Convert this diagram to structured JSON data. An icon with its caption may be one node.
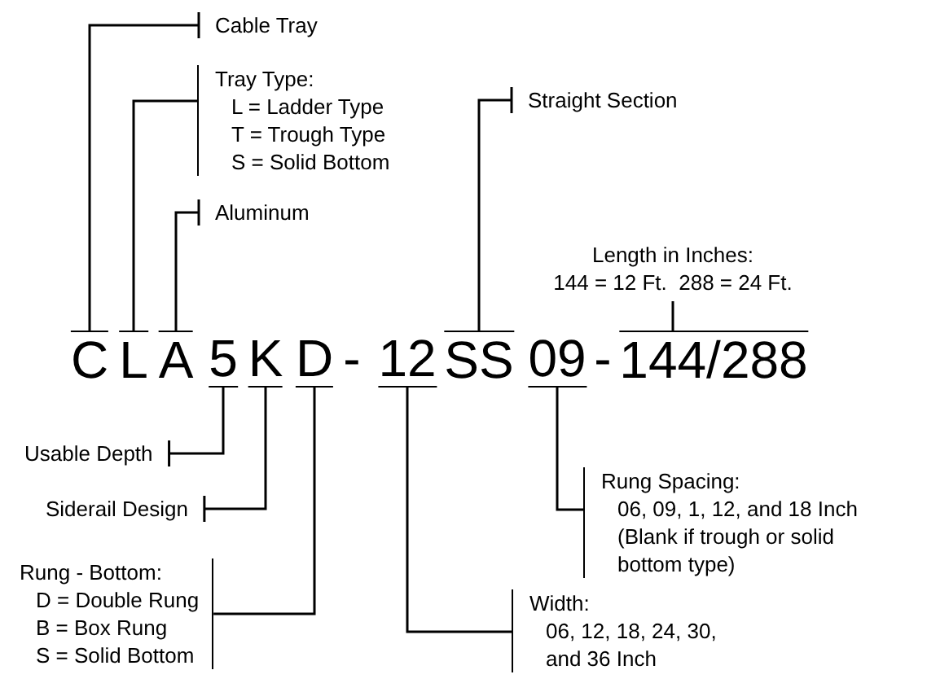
{
  "diagram": {
    "nodes": [
      {
        "text": [
          "Cable Tray"
        ]
      },
      {
        "text": [
          "Tray Type:",
          "L = Ladder Type",
          "T = Trough Type",
          "S = Solid Bottom"
        ]
      },
      {
        "text": [
          "Aluminum"
        ]
      },
      {
        "text": [
          "Straight Section"
        ]
      },
      {
        "text": [
          "Length in Inches:",
          "144 = 12 Ft.  288 = 24 Ft."
        ]
      },
      {
        "text": [
          "C"
        ]
      },
      {
        "text": [
          "L"
        ]
      },
      {
        "text": [
          "A"
        ]
      },
      {
        "text": [
          "5"
        ]
      },
      {
        "text": [
          "K"
        ]
      },
      {
        "text": [
          "D"
        ]
      },
      {
        "text": [
          "12"
        ]
      },
      {
        "text": [
          "SS"
        ]
      },
      {
        "text": [
          "09"
        ]
      },
      {
        "text": [
          "144/288"
        ]
      },
      {
        "text": [
          "Usable Depth"
        ]
      },
      {
        "text": [
          "Siderail Design"
        ]
      },
      {
        "text": [
          "Rung - Bottom:",
          "D = Double Rung",
          "B =  Box Rung",
          "S = Solid Bottom"
        ]
      },
      {
        "text": [
          "Rung Spacing:",
          "06, 09, 1, 12, and 18 Inch",
          "(Blank if trough or solid bottom type)"
        ]
      },
      {
        "text": [
          "Width:",
          "06, 12, 18, 24, 30, and 36 Inch"
        ]
      }
    ],
    "edges": [
      {
        "from": 0,
        "to": 5,
        "arrow": "other"
      },
      {
        "from": 1,
        "to": 6,
        "arrow": "none"
      },
      {
        "from": 2,
        "to": 7,
        "arrow": "other"
      },
      {
        "from": 3,
        "to": 12,
        "arrow": "other"
      },
      {
        "from": 4,
        "to": 14,
        "arrow": "none"
      },
      {
        "from": 15,
        "to": 8,
        "arrow": "other"
      },
      {
        "from": 16,
        "to": 9,
        "arrow": "other"
      },
      {
        "from": 17,
        "to": 10,
        "arrow": "none"
      },
      {
        "from": 18,
        "to": 13,
        "arrow": "none"
      },
      {
        "from": 19,
        "to": 11,
        "arrow": "none"
      }
    ],
    "labels": [
      "-",
      "-"
    ]
  }
}
